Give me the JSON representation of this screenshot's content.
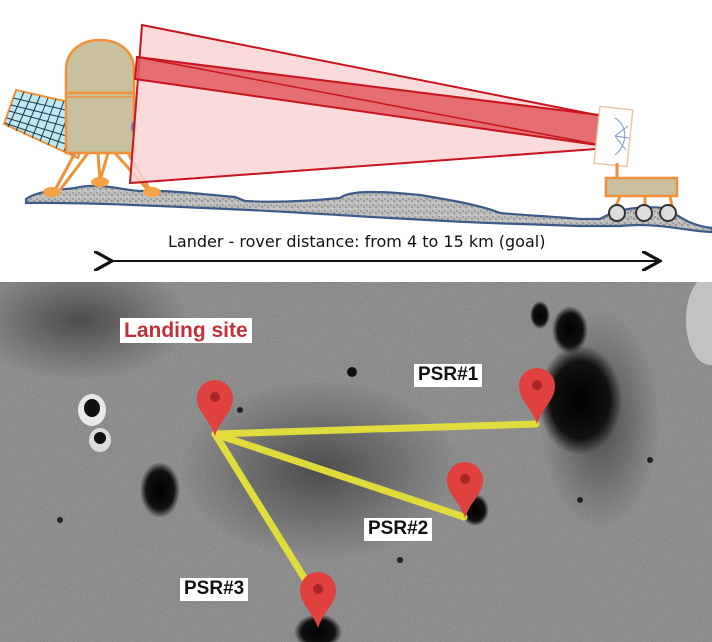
{
  "diagram": {
    "top_panel": {
      "caption": "Lander - rover distance: from 4 to 15 km (goal)",
      "elements": [
        "lander",
        "solar-panel",
        "laser-beam",
        "rover",
        "retroreflector",
        "lunar-terrain",
        "double-arrow"
      ],
      "colors": {
        "lander_body": "#c8c09e",
        "lander_outline": "#f0913a",
        "solar_panel": "#bfe9f2",
        "beam_fill": "#f9d3d5",
        "beam_core": "#e05a5f",
        "beam_outline": "#c8141e",
        "terrain_outline": "#3b5b8a"
      }
    },
    "bottom_panel": {
      "labels": {
        "landing_site": "Landing site",
        "psr1": "PSR#1",
        "psr2": "PSR#2",
        "psr3": "PSR#3"
      },
      "colors": {
        "pin": "#e0413f",
        "line": "#e6e23a",
        "landing_label": "#c3303b"
      }
    }
  }
}
